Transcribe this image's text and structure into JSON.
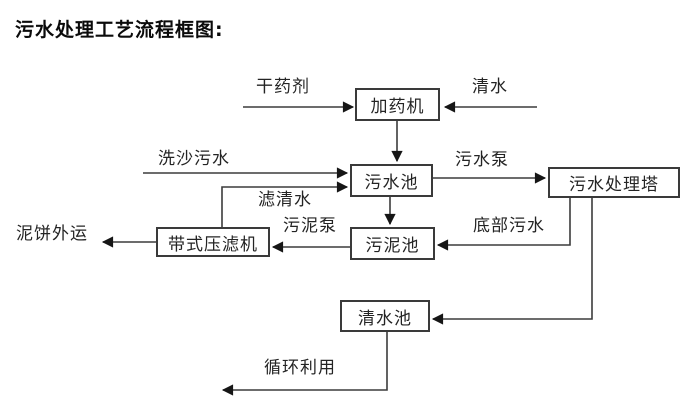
{
  "title": "污水处理工艺流程框图:",
  "nodes": {
    "dosing_machine": "加药机",
    "sewage_pool": "污水池",
    "treatment_tower": "污水处理塔",
    "sludge_pool": "污泥池",
    "belt_filter_press": "带式压滤机",
    "clear_water_pool": "清水池"
  },
  "labels": {
    "dry_chemical": "干药剂",
    "clear_water_in": "清水",
    "sand_wash_sewage": "洗沙污水",
    "sewage_pump": "污水泵",
    "filtered_water": "滤清水",
    "sludge_pump": "污泥泵",
    "bottom_sewage": "底部污水",
    "mud_cake_out": "泥饼外运",
    "recycle_use": "循环利用"
  },
  "edges": [
    {
      "from": "干药剂",
      "to": "加药机"
    },
    {
      "from": "清水",
      "to": "加药机"
    },
    {
      "from": "加药机",
      "to": "污水池"
    },
    {
      "from": "洗沙污水",
      "to": "污水池"
    },
    {
      "from": "带式压滤机",
      "to": "污水池",
      "label": "滤清水"
    },
    {
      "from": "污水池",
      "to": "污水处理塔",
      "label": "污水泵"
    },
    {
      "from": "污水池",
      "to": "污泥池"
    },
    {
      "from": "污水处理塔",
      "to": "污泥池",
      "label": "底部污水"
    },
    {
      "from": "污水处理塔",
      "to": "清水池"
    },
    {
      "from": "污泥池",
      "to": "带式压滤机",
      "label": "污泥泵"
    },
    {
      "from": "带式压滤机",
      "to": "泥饼外运"
    },
    {
      "from": "清水池",
      "to": "循环利用",
      "label": "循环利用"
    }
  ],
  "colors": {
    "line": "#3c3c3c",
    "text": "#242424",
    "background": "#ffffff"
  }
}
